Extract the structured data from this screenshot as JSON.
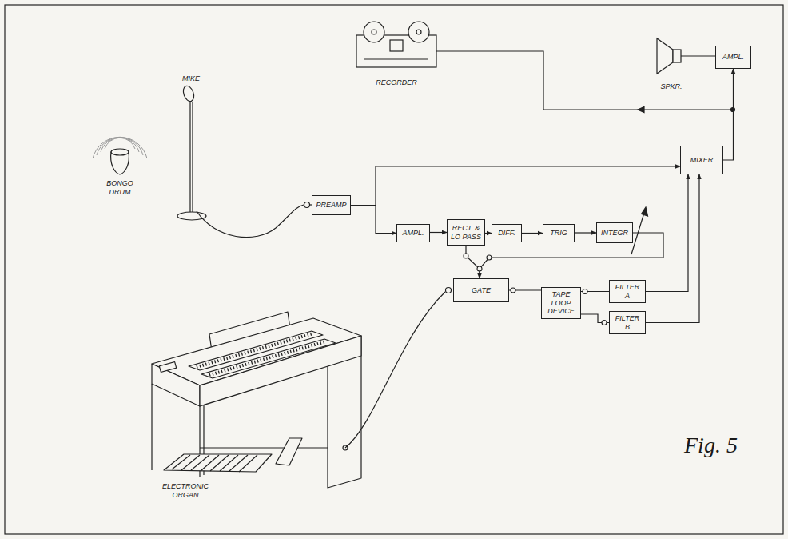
{
  "diagram": {
    "nodes": [
      {
        "text": [
          "PREAMP"
        ]
      },
      {
        "text": [
          "AMPL."
        ]
      },
      {
        "text": [
          "RECT. & LO PASS"
        ]
      },
      {
        "text": [
          "DIFF."
        ]
      },
      {
        "text": [
          "TRIG"
        ]
      },
      {
        "text": [
          "INTEGR"
        ]
      },
      {
        "text": [
          "MIXER"
        ]
      },
      {
        "text": [
          "AMPL."
        ]
      },
      {
        "text": [
          "GATE"
        ]
      },
      {
        "text": [
          "TAPE LOOP DEVICE"
        ]
      },
      {
        "text": [
          "FILTER A"
        ]
      },
      {
        "text": [
          "FILTER B"
        ]
      }
    ],
    "edges": [
      {
        "from": 0,
        "to": 1,
        "arrow": "to"
      },
      {
        "from": 0,
        "to": 6,
        "arrow": "to"
      },
      {
        "from": 1,
        "to": 2,
        "arrow": "to"
      },
      {
        "from": 2,
        "to": 3,
        "arrow": "to"
      },
      {
        "from": 3,
        "to": 4,
        "arrow": "to"
      },
      {
        "from": 4,
        "to": 5,
        "arrow": "to"
      },
      {
        "from": 2,
        "to": 8,
        "arrow": "to"
      },
      {
        "from": 5,
        "to": 8,
        "arrow": "none"
      },
      {
        "from": 8,
        "to": 9,
        "arrow": "none"
      },
      {
        "from": 9,
        "to": 10,
        "arrow": "none"
      },
      {
        "from": 9,
        "to": 11,
        "arrow": "none"
      },
      {
        "from": 10,
        "to": 6,
        "arrow": "to"
      },
      {
        "from": 11,
        "to": 6,
        "arrow": "to"
      },
      {
        "from": 6,
        "to": 7,
        "arrow": "to"
      }
    ],
    "labels": [
      "MIKE",
      "BONGO DRUM",
      "RECORDER",
      "SPKR.",
      "ELECTRONIC ORGAN",
      "Fig. 5"
    ]
  }
}
